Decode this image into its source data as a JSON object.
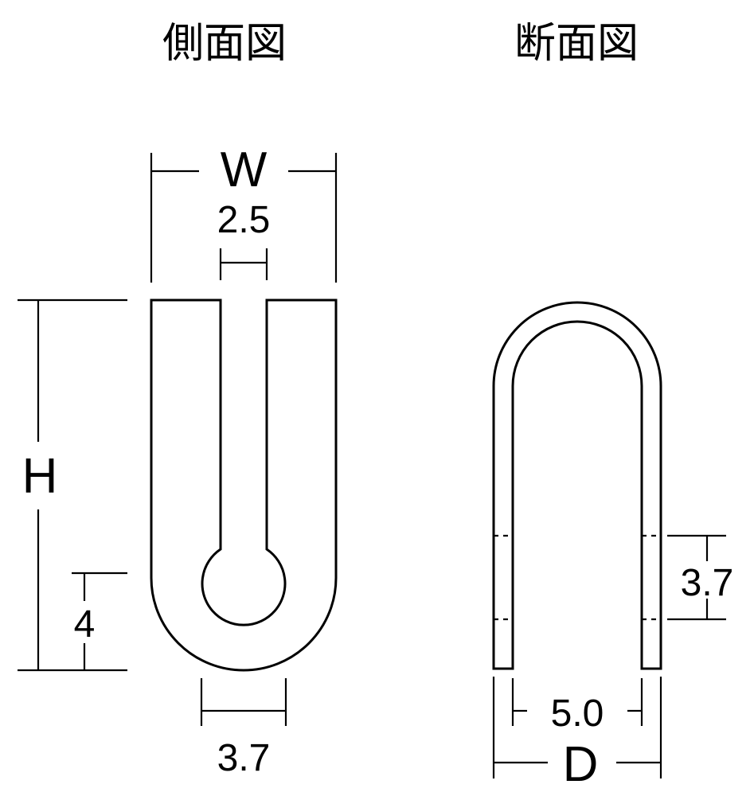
{
  "titles": {
    "side_view": "側面図",
    "section_view": "断面図"
  },
  "side_view": {
    "labels": {
      "width": "W",
      "slot_width": "2.5",
      "height": "H",
      "hole_center_height": "4",
      "hole_diameter": "3.7"
    }
  },
  "section_view": {
    "labels": {
      "band_length": "3.7",
      "inner_width": "5.0",
      "depth": "D"
    }
  },
  "colors": {
    "line": "#000000",
    "background": "#ffffff"
  }
}
